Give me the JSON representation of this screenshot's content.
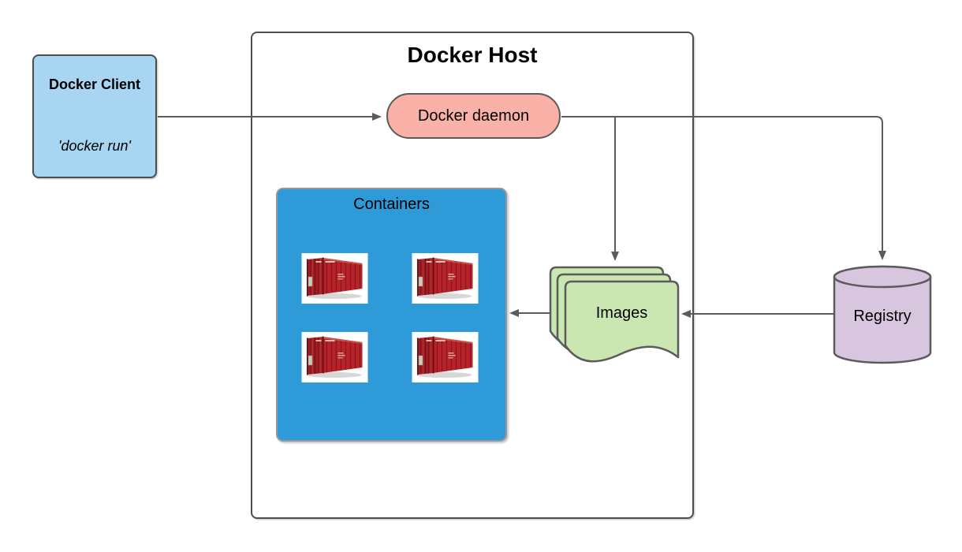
{
  "diagram": {
    "type": "architecture-flowchart",
    "subject": "Docker architecture",
    "background": "#ffffff",
    "line_color": "#5b5b5b",
    "border_color": "#4d4d4d",
    "nodes": {
      "docker_client": {
        "title": "Docker Client",
        "command": "'docker run'",
        "shape": "rounded-rectangle",
        "fill": "#a7d5f2"
      },
      "docker_host": {
        "title": "Docker Host",
        "shape": "rounded-rectangle-group",
        "fill": "#ffffff"
      },
      "docker_daemon": {
        "label": "Docker daemon",
        "shape": "pill",
        "fill": "#f9b1a8"
      },
      "containers": {
        "label": "Containers",
        "shape": "rounded-rectangle-group",
        "fill": "#2e9ad8",
        "container_count": 4,
        "container_icon": "red-shipping-container-photo"
      },
      "images": {
        "label": "Images",
        "shape": "stacked-documents",
        "stack_count": 3,
        "fill": "#cbe7b1"
      },
      "registry": {
        "label": "Registry",
        "shape": "cylinder",
        "fill": "#d8c5de"
      }
    },
    "edges": [
      {
        "from": "docker-client",
        "to": "docker-daemon",
        "style": "arrow"
      },
      {
        "from": "docker-daemon",
        "to": "images",
        "style": "arrow"
      },
      {
        "from": "docker-daemon",
        "to": "registry",
        "style": "arrow"
      },
      {
        "from": "registry",
        "to": "images",
        "style": "arrow"
      },
      {
        "from": "images",
        "to": "containers",
        "style": "arrow"
      }
    ]
  }
}
